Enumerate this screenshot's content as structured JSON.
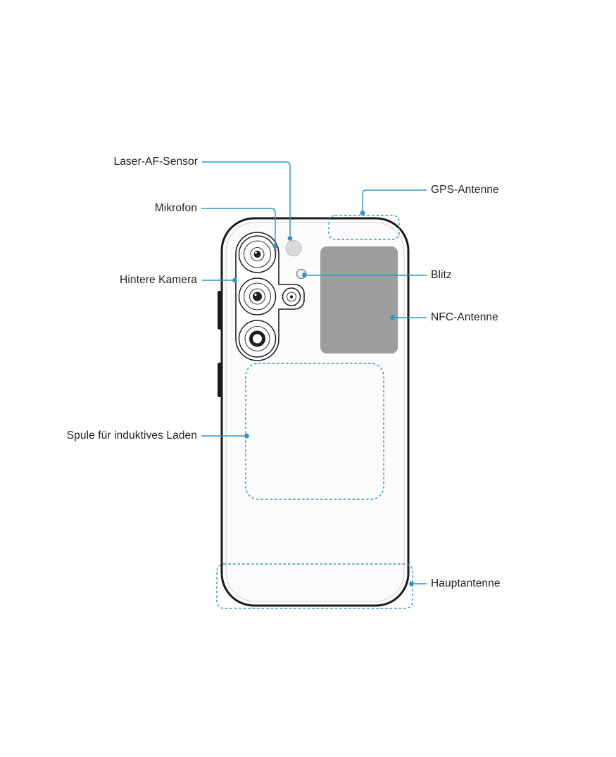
{
  "figure": {
    "labels": {
      "laser_af_sensor": "Laser-AF-Sensor",
      "mikrofon": "Mikrofon",
      "hintere_kamera": "Hintere Kamera",
      "spule_fuer_induktives_laden": "Spule für induktives Laden",
      "gps_antenne": "GPS-Antenne",
      "blitz": "Blitz",
      "nfc_antenne": "NFC-Antenne",
      "hauptantenne": "Hauptantenne"
    },
    "colors": {
      "leader_line": "#2e94c8",
      "phone_outline": "#1a1a1a",
      "nfc_area_fill": "#9d9d9d",
      "label_text": "#1f1f1f",
      "background": "#ffffff"
    }
  }
}
